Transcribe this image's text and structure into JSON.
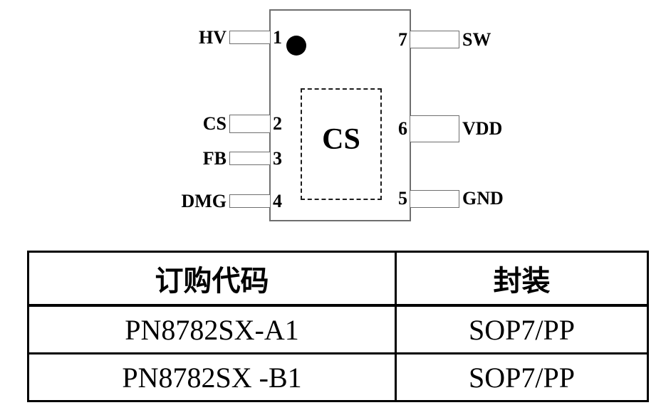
{
  "pinout": {
    "chip_label": "CS",
    "left_pins": [
      {
        "label": "HV",
        "number": "1"
      },
      {
        "label": "CS",
        "number": "2"
      },
      {
        "label": "FB",
        "number": "3"
      },
      {
        "label": "DMG",
        "number": "4"
      }
    ],
    "right_pins": [
      {
        "label": "SW",
        "number": "7"
      },
      {
        "label": "VDD",
        "number": "6"
      },
      {
        "label": "GND",
        "number": "5"
      }
    ]
  },
  "order_table": {
    "headers": [
      "订购代码",
      "封装"
    ],
    "rows": [
      [
        "PN8782SX-A1",
        "SOP7/PP"
      ],
      [
        "PN8782SX -B1",
        "SOP7/PP"
      ]
    ]
  },
  "colors": {
    "ink": "#000000",
    "diagram_line": "#6e6e6e",
    "background": "#ffffff"
  }
}
